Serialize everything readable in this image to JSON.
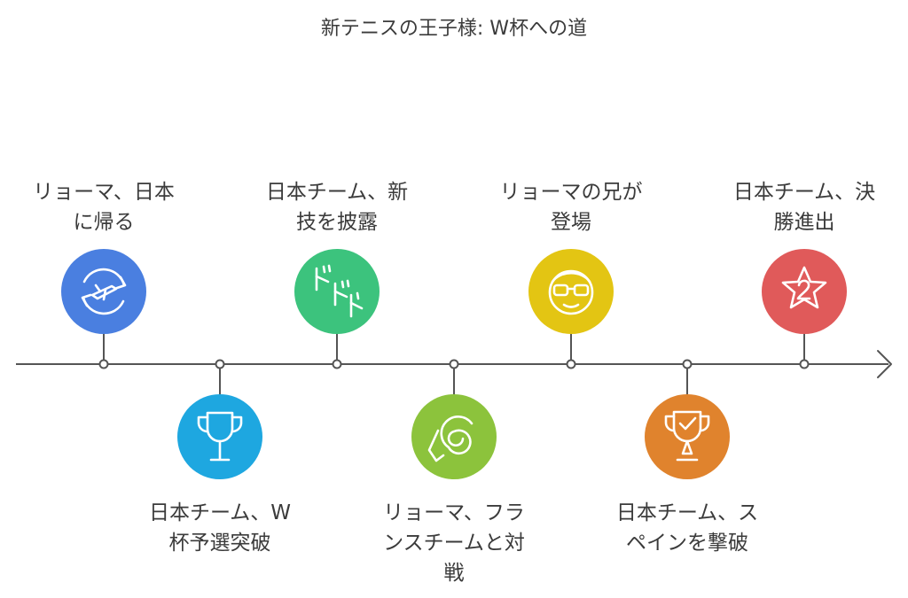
{
  "title": "新テニスの王子様: W杯への道",
  "colors": {
    "line": "#555555",
    "blue": "#4a7fe0",
    "cyan": "#1ea7e0",
    "green": "#3cc37d",
    "lime": "#8cc33c",
    "yellow": "#e3c513",
    "orange": "#e0832d",
    "red": "#e05a5a"
  },
  "events": [
    {
      "id": "e1",
      "lines": [
        "リョーマ、日本",
        "に帰る"
      ],
      "icon": "return-flight-icon",
      "color": "blue"
    },
    {
      "id": "e2",
      "lines": [
        "日本チーム、W",
        "杯予選突破"
      ],
      "icon": "trophy-icon",
      "color": "cyan"
    },
    {
      "id": "e3",
      "lines": [
        "日本チーム、新",
        "技を披露"
      ],
      "icon": "dodo-sound-icon",
      "color": "green"
    },
    {
      "id": "e4",
      "lines": [
        "リョーマ、フラ",
        "ンスチームと対",
        "戦"
      ],
      "icon": "spiral-racket-icon",
      "color": "lime"
    },
    {
      "id": "e5",
      "lines": [
        "リョーマの兄が",
        "登場"
      ],
      "icon": "glasses-face-icon",
      "color": "yellow"
    },
    {
      "id": "e6",
      "lines": [
        "日本チーム、ス",
        "ペインを撃破"
      ],
      "icon": "victory-cup-icon",
      "color": "orange"
    },
    {
      "id": "e7",
      "lines": [
        "日本チーム、決",
        "勝進出"
      ],
      "icon": "star-two-icon",
      "color": "red"
    }
  ]
}
